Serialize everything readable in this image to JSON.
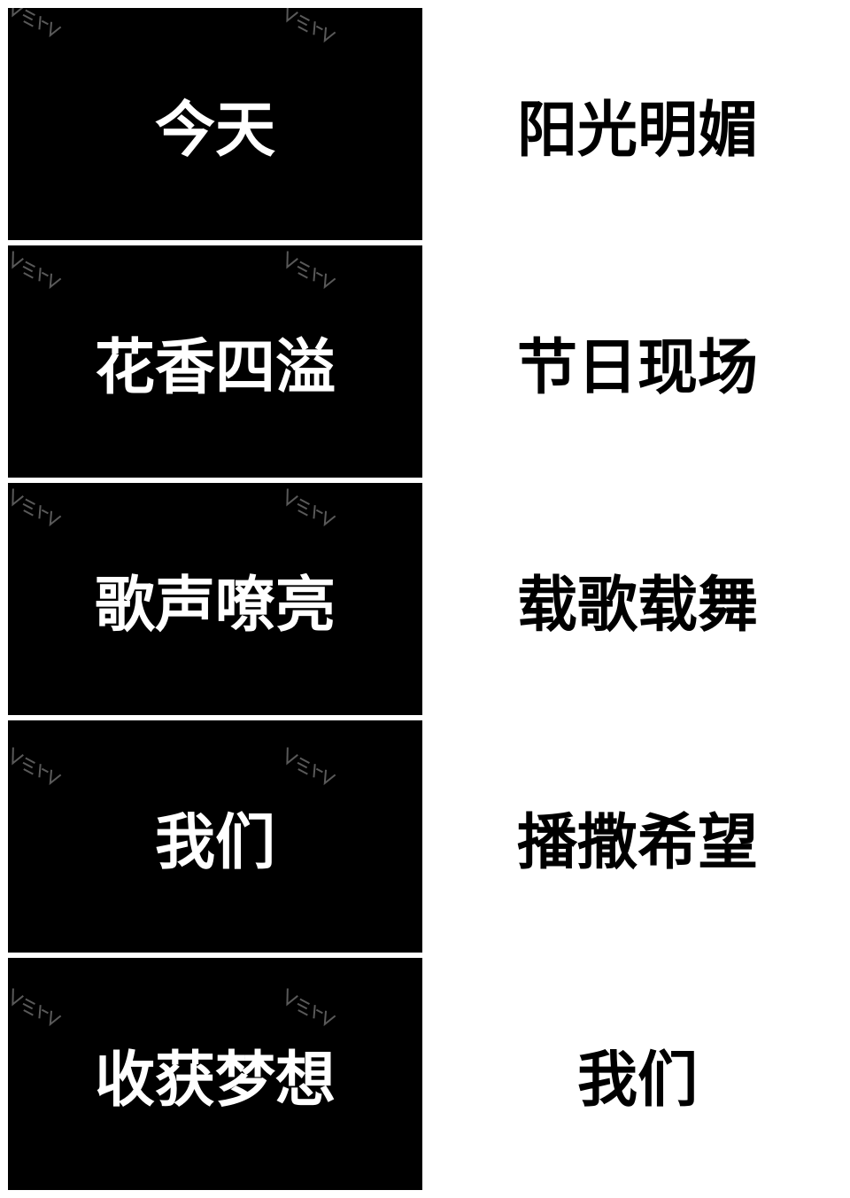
{
  "rows": [
    {
      "panel_text": "今天",
      "side_text": "阳光明媚"
    },
    {
      "panel_text": "花香四溢",
      "side_text": "节日现场"
    },
    {
      "panel_text": "歌声嘹亮",
      "side_text": "载歌载舞"
    },
    {
      "panel_text": "我们",
      "side_text": "播撒希望"
    },
    {
      "panel_text": "收获梦想",
      "side_text": "我们"
    }
  ],
  "colors": {
    "panel_bg": "#000000",
    "panel_text": "#ffffff",
    "page_bg": "#ffffff",
    "side_text": "#000000"
  },
  "icons": {
    "watermark": "watermark-logo-icon"
  }
}
